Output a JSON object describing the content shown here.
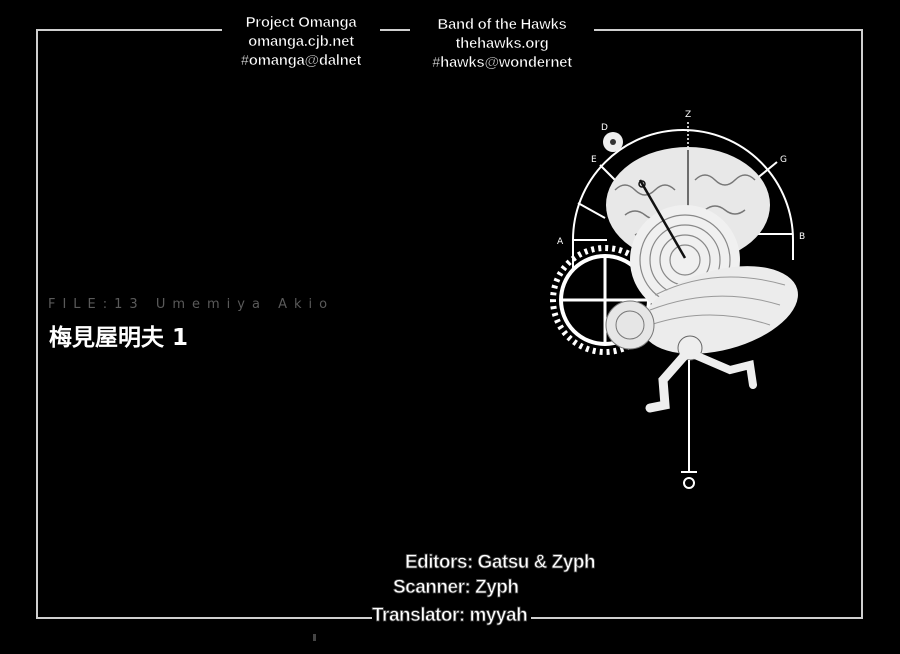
{
  "scanlation_groups": [
    {
      "name": "Project Omanga",
      "site": "omanga.cjb.net",
      "irc": "#omanga@dalnet"
    },
    {
      "name": "Band of the Hawks",
      "site": "thehawks.org",
      "irc": "#hawks@wondernet"
    }
  ],
  "chapter": {
    "file_label": "FILE:13 Umemiya Akio",
    "title": "梅見屋明夫 1"
  },
  "staff": {
    "editors": "Editors: Gatsu & Zyph",
    "scanner": "Scanner: Zyph",
    "translator": "Translator: myyah"
  },
  "illustration": {
    "dial_labels": [
      "D",
      "E",
      "Z",
      "G",
      "A",
      "B"
    ],
    "description": "brain-clockwork-running-figure"
  },
  "colors": {
    "background": "#000000",
    "frame": "#cfcfcf",
    "text": "#ffffff"
  }
}
